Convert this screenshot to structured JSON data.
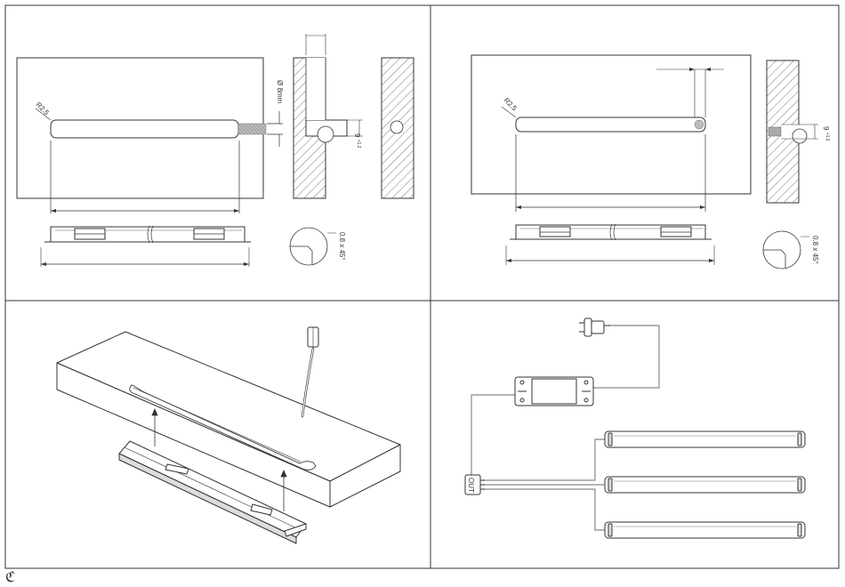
{
  "drawing_text": {
    "panel1_radius": "R2.5",
    "panel1_diameter": "Ø 8mm",
    "panel1_depth": "9",
    "panel1_depth_tol": "+1.2",
    "panel1_chamfer": "0.8 x 45°",
    "panel2_radius": "R2.5",
    "panel2_depth": "9",
    "panel2_depth_tol": "+1.2",
    "panel2_chamfer": "0.8 x 45°"
  },
  "wiring": {
    "output_label": "OUT"
  },
  "footer": {
    "mark": "ℭ"
  }
}
